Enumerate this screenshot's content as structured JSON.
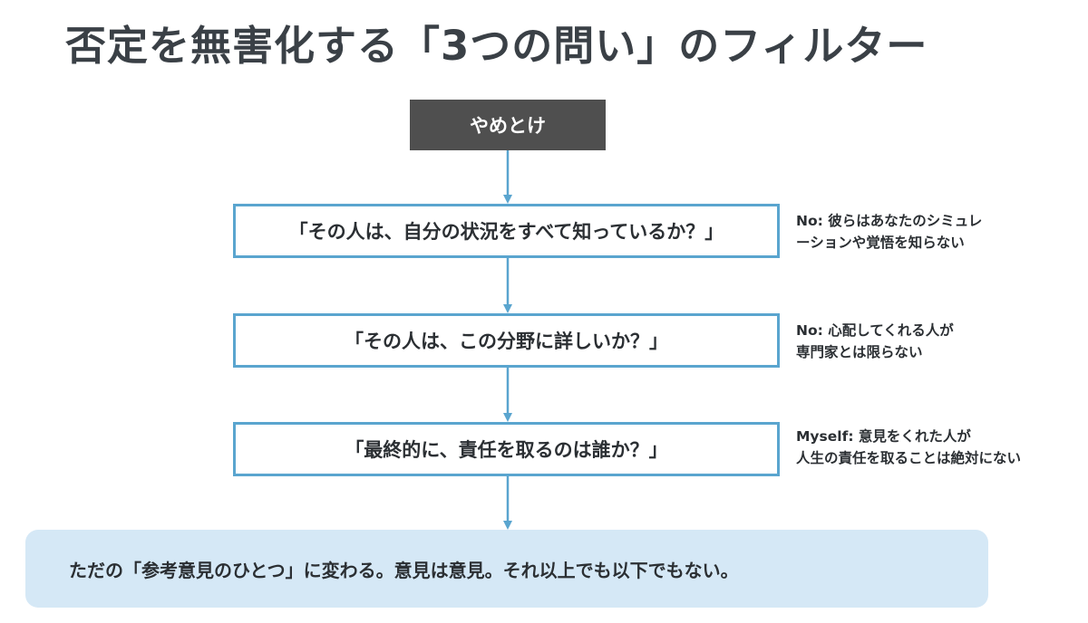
{
  "title": "否定を無害化する「3つの問い」のフィルター",
  "start": {
    "label": "やめとけ"
  },
  "questions": [
    {
      "text": "「その人は、自分の状況をすべて知っているか？」",
      "note_line1": "No: 彼らはあなたのシミュレ",
      "note_line2": "ーションや覚悟を知らない"
    },
    {
      "text": "「その人は、この分野に詳しいか？」",
      "note_line1": "No: 心配してくれる人が",
      "note_line2": "専門家とは限らない"
    },
    {
      "text": "「最終的に、責任を取るのは誰か？」",
      "note_line1": "Myself: 意見をくれた人が",
      "note_line2": "人生の責任を取ることは絶対にない"
    }
  ],
  "result": {
    "text": "ただの「参考意見のひとつ」に変わる。意見は意見。それ以上でも以下でもない。"
  },
  "colors": {
    "arrow": "#5aa5cf",
    "box_border": "#5aa5cf",
    "start_fill": "#4f4f4f",
    "result_fill": "#d5e8f6"
  }
}
